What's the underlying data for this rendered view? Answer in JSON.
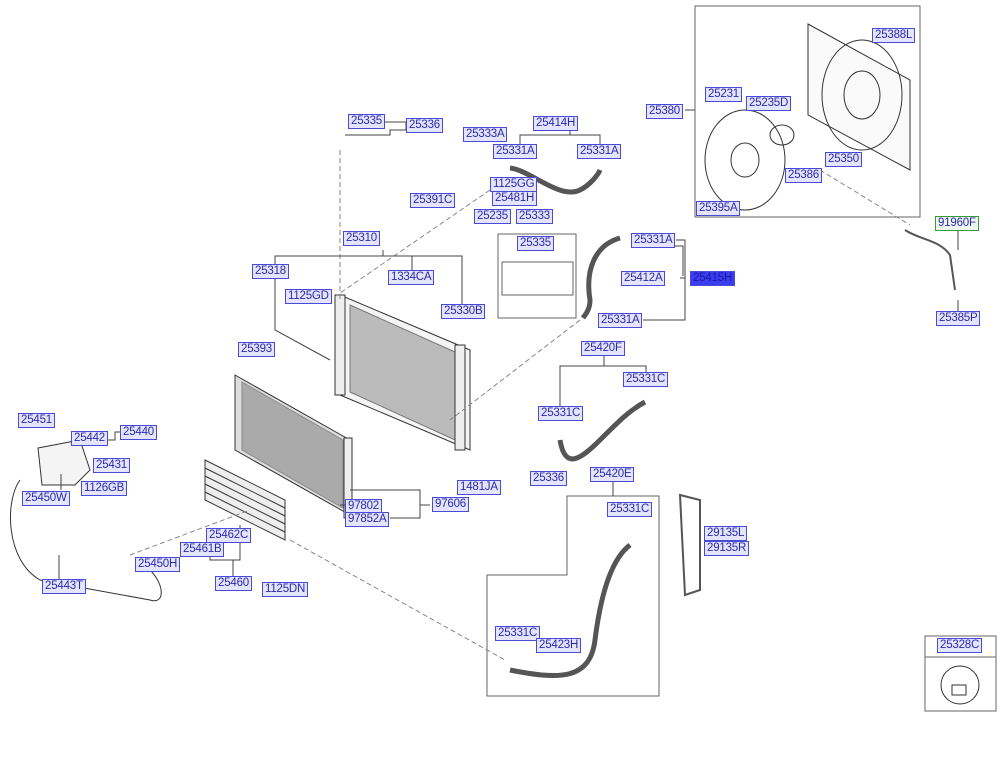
{
  "diagram": {
    "highlighted_part": "25415H",
    "colors": {
      "label_border": "#4a4ad8",
      "label_fill": "#e4e4fa",
      "label_text": "#2a2ab0",
      "highlight_fill": "#3c3cf0",
      "alt_border": "#3a9a3a"
    },
    "labels": [
      "25335",
      "25336",
      "25333A",
      "25414H",
      "25331A",
      "25331A",
      "1125GG",
      "25481H",
      "25391C",
      "25235",
      "25333",
      "25335",
      "25310",
      "25318",
      "1334CA",
      "1125GD",
      "25330B",
      "25393",
      "25380",
      "25231",
      "25235D",
      "25388L",
      "25386",
      "25350",
      "25395A",
      "91960F",
      "25331A",
      "25412A",
      "25415H",
      "25331A",
      "25385P",
      "25420F",
      "25331C",
      "25331C",
      "25336",
      "1481JA",
      "25420E",
      "25331C",
      "29135L",
      "29135R",
      "25331C",
      "25423H",
      "25328C",
      "25451",
      "25442",
      "25440",
      "25431",
      "25450W",
      "1126GB",
      "97802",
      "97606",
      "97852A",
      "25462C",
      "25461B",
      "25450H",
      "25443T",
      "25460",
      "1125DN"
    ]
  }
}
